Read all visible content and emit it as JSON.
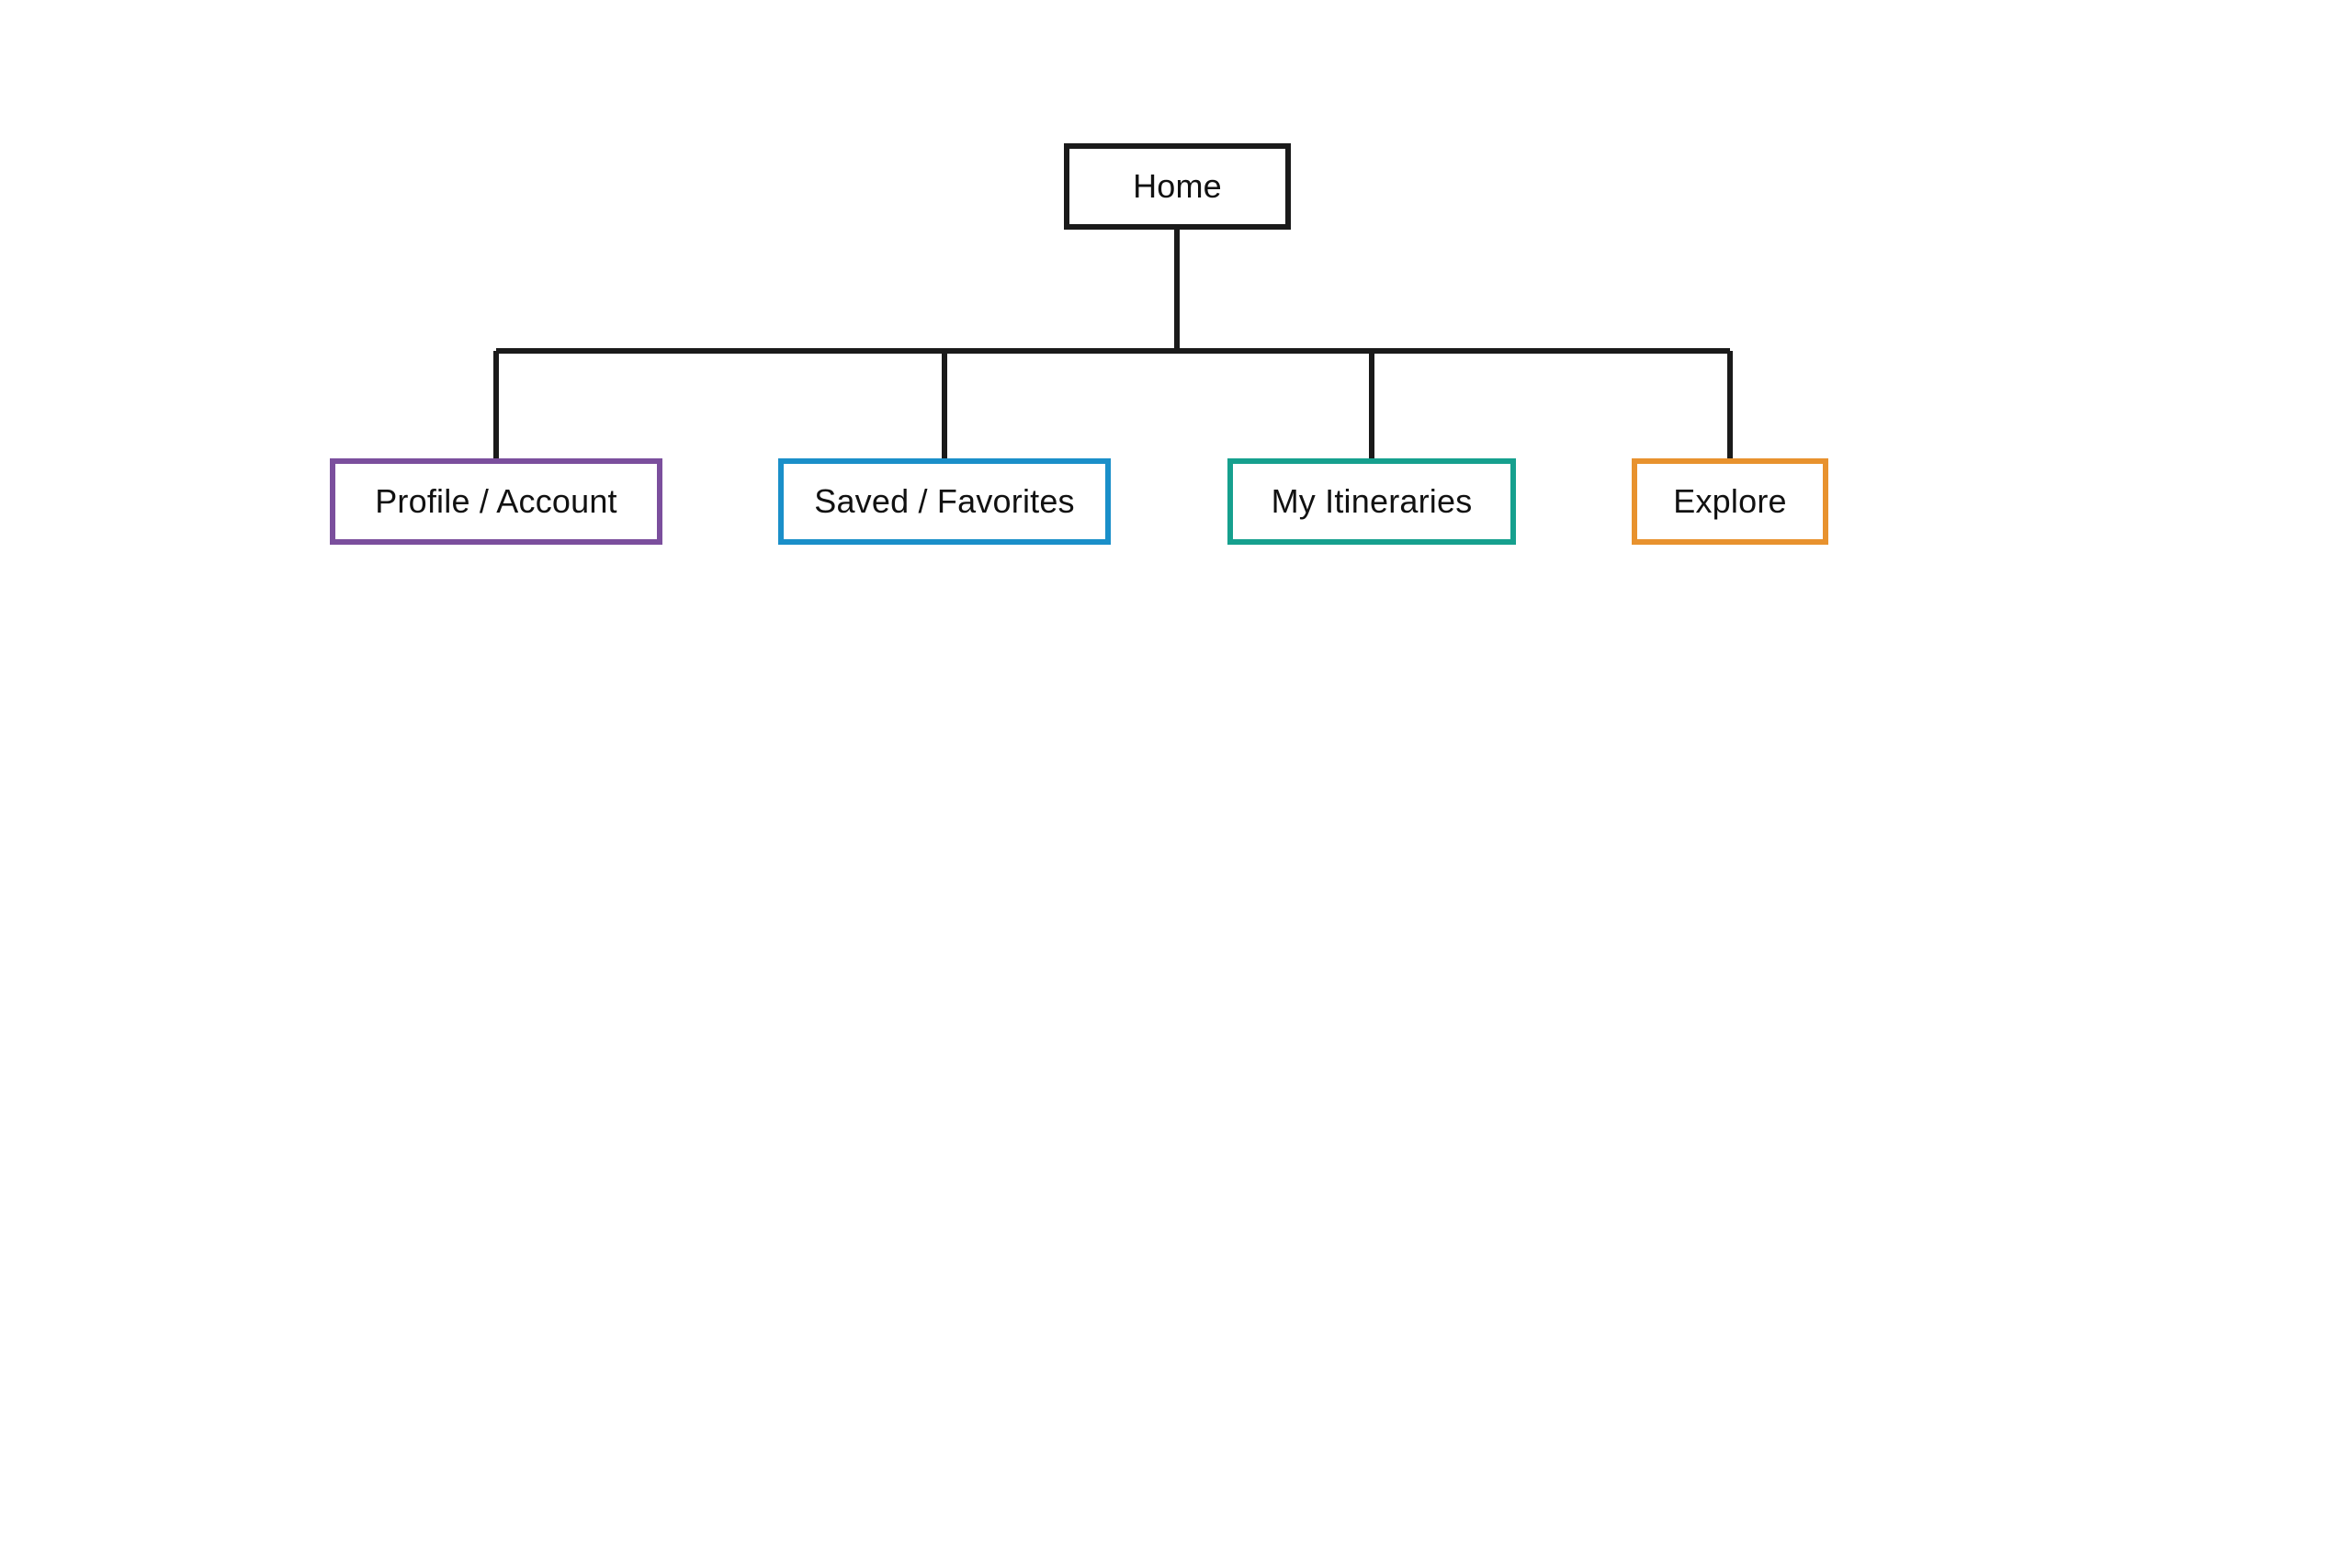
{
  "diagram": {
    "root": {
      "label": "Home",
      "color": "#1a1a1a"
    },
    "children": [
      {
        "label": "Profile / Account",
        "color": "#7b4f9d"
      },
      {
        "label": "Saved / Favorites",
        "color": "#1a8fc9"
      },
      {
        "label": "My Itineraries",
        "color": "#16a08e"
      },
      {
        "label": "Explore",
        "color": "#e8922e"
      }
    ],
    "connector_color": "#1a1a1a"
  }
}
